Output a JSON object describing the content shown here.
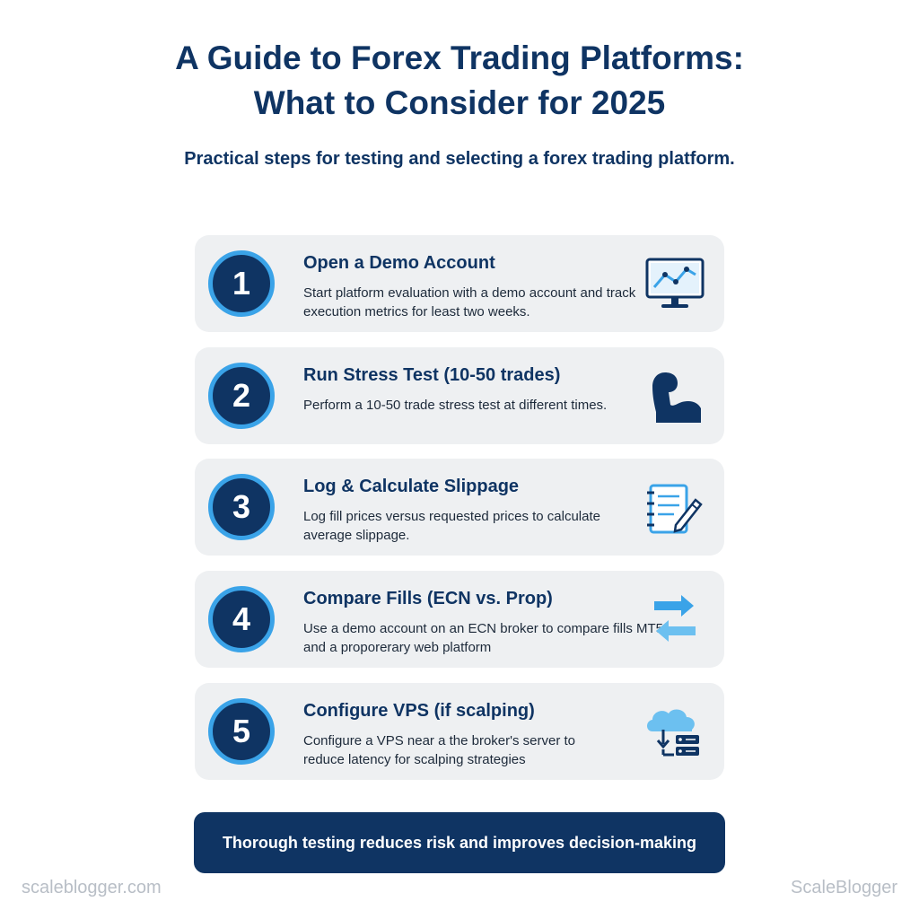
{
  "header": {
    "title_line1": "A Guide to Forex Trading Platforms:",
    "title_line2": "What to Consider for 2025",
    "subtitle": "Practical steps for testing and selecting a forex trading platform."
  },
  "steps": [
    {
      "number": "1",
      "title": "Open a Demo Account",
      "description": "Start platform evaluation with a demo account and track execution metrics for least two weeks.",
      "icon": "monitor-chart-icon"
    },
    {
      "number": "2",
      "title": "Run Stress Test (10-50 trades)",
      "description": "Perform a 10-50 trade stress test at different times.",
      "icon": "flexed-arm-icon"
    },
    {
      "number": "3",
      "title": "Log & Calculate Slippage",
      "description": "Log fill prices versus requested prices to calculate average slippage.",
      "icon": "notepad-pencil-icon"
    },
    {
      "number": "4",
      "title": "Compare Fills (ECN vs. Prop)",
      "description": "Use a demo account on an ECN broker to compare fills MT5 and a proporerary web platform",
      "icon": "swap-arrows-icon"
    },
    {
      "number": "5",
      "title": "Configure VPS (if scalping)",
      "description": "Configure a VPS near a the broker's server to reduce latency for scalping strategies",
      "icon": "cloud-server-icon"
    }
  ],
  "footer": {
    "banner": "Thorough testing reduces risk and improves decision-making",
    "watermark_left": "scaleblogger.com",
    "watermark_right": "ScaleBlogger"
  },
  "colors": {
    "navy": "#0f3463",
    "accent_blue": "#3aa3e8",
    "card_bg": "#eef0f2"
  }
}
